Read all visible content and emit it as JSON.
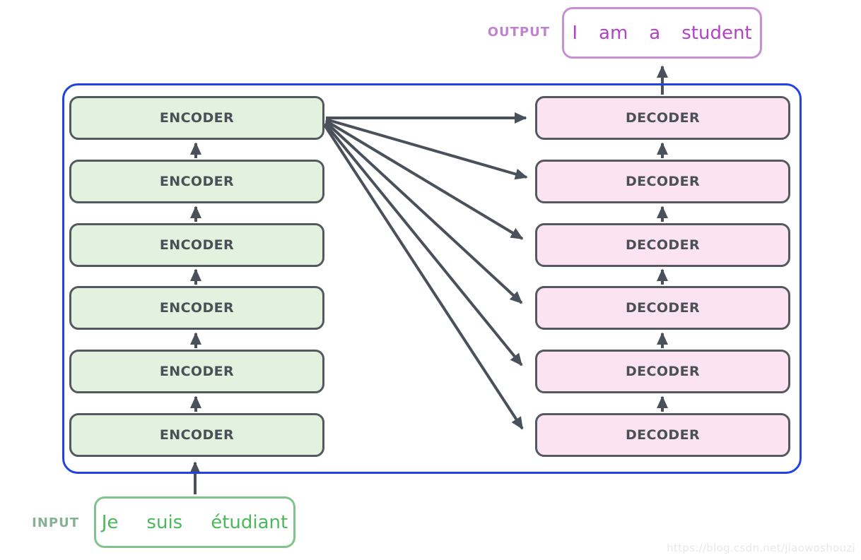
{
  "diagram": {
    "output_label": "OUTPUT",
    "input_label": "INPUT",
    "encoder_labels": [
      "ENCODER",
      "ENCODER",
      "ENCODER",
      "ENCODER",
      "ENCODER",
      "ENCODER"
    ],
    "decoder_labels": [
      "DECODER",
      "DECODER",
      "DECODER",
      "DECODER",
      "DECODER",
      "DECODER"
    ],
    "output_words": [
      "I",
      "am",
      "a",
      "student"
    ],
    "input_words": [
      "Je",
      "suis",
      "étudiant"
    ],
    "watermark": "https://blog.csdn.net/jiaowoshouzi",
    "colors": {
      "container_border": "#2342e5",
      "encoder_fill": "#e3f1df",
      "decoder_fill": "#fce3f1",
      "box_border": "#54595f",
      "box_text": "#4a5057",
      "arrow": "#4b515a",
      "output_border": "#c98fd4",
      "output_text": "#b243c6",
      "output_label_color": "#c183cd",
      "input_border": "#7fc48a",
      "input_text": "#4db75c",
      "input_label_color": "#87b193",
      "watermark_color": "#e8e8e8"
    }
  }
}
